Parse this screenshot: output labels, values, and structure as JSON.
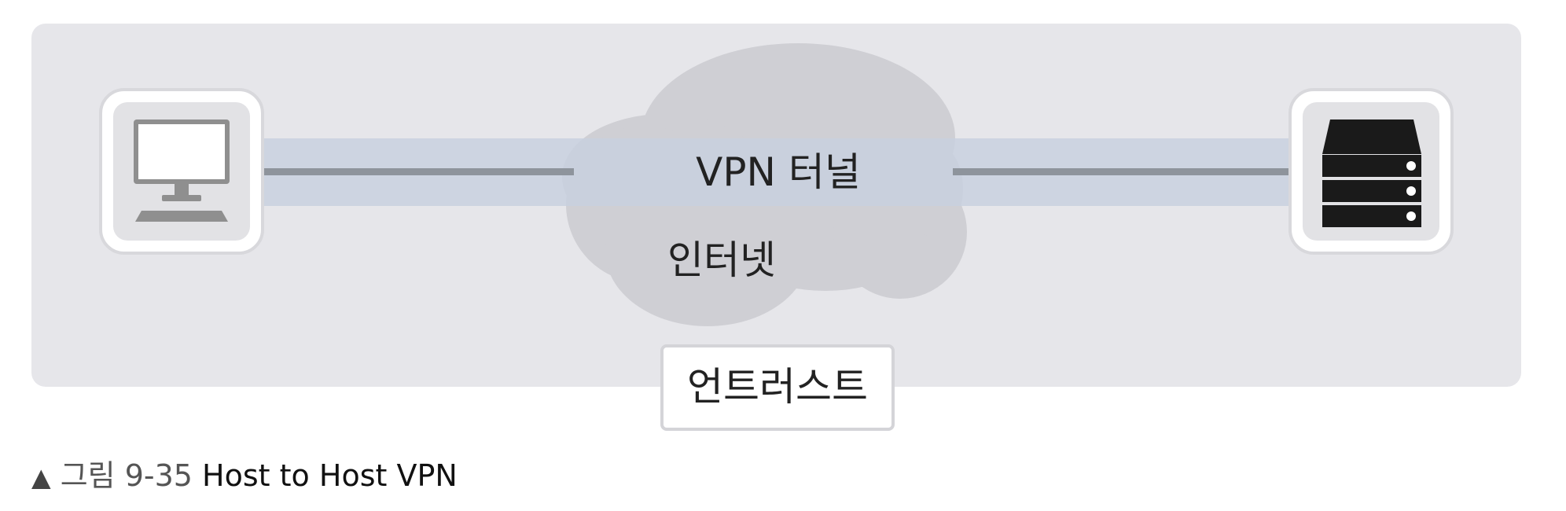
{
  "diagram": {
    "tunnel_label": "VPN 터널",
    "internet_label": "인터넷",
    "zone_label": "언트러스트",
    "left_node_icon": "desktop-computer-icon",
    "right_node_icon": "server-stack-icon",
    "colors": {
      "zone_background": "#e6e6ea",
      "cloud": "#cfcfd4",
      "tunnel_band": "#c7d0df",
      "tunnel_line": "#8e949c",
      "server": "#1a1a1a",
      "computer": "#8f8f8f"
    }
  },
  "caption": {
    "marker": "▲",
    "figure_label": "그림 9-35",
    "title": "Host to Host VPN"
  }
}
